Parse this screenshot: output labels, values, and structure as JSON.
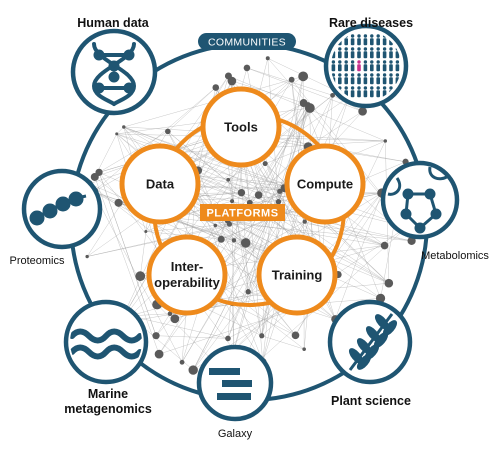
{
  "ring_label": "COMMUNITIES",
  "center_label": "PLATFORMS",
  "platforms": [
    {
      "key": "tools",
      "label_lines": [
        "Tools"
      ]
    },
    {
      "key": "compute",
      "label_lines": [
        "Compute"
      ]
    },
    {
      "key": "training",
      "label_lines": [
        "Training"
      ]
    },
    {
      "key": "interoperability",
      "label_lines": [
        "Inter-",
        "operability"
      ]
    },
    {
      "key": "data",
      "label_lines": [
        "Data"
      ]
    }
  ],
  "communities": [
    {
      "key": "human-data",
      "label_lines": [
        "Human data"
      ],
      "icon": "dna-icon"
    },
    {
      "key": "rare-diseases",
      "label_lines": [
        "Rare diseases"
      ],
      "icon": "people-grid-icon"
    },
    {
      "key": "metabolomics",
      "label_lines": [
        "Metabolomics"
      ],
      "icon": "molecule-ring-icon"
    },
    {
      "key": "plant-science",
      "label_lines": [
        "Plant science"
      ],
      "icon": "wheat-icon"
    },
    {
      "key": "galaxy",
      "label_lines": [
        "Galaxy"
      ],
      "icon": "galaxy-bars-icon"
    },
    {
      "key": "marine-metagenomics",
      "label_lines": [
        "Marine",
        "metagenomics"
      ],
      "icon": "waves-icon"
    },
    {
      "key": "proteomics",
      "label_lines": [
        "Proteomics"
      ],
      "icon": "bead-chain-icon"
    }
  ],
  "colors": {
    "navy": "#1f5572",
    "orange": "#ee8a1c",
    "network": "#9a9a9a",
    "node": "#5a5a5a",
    "highlight": "#c8308c"
  }
}
